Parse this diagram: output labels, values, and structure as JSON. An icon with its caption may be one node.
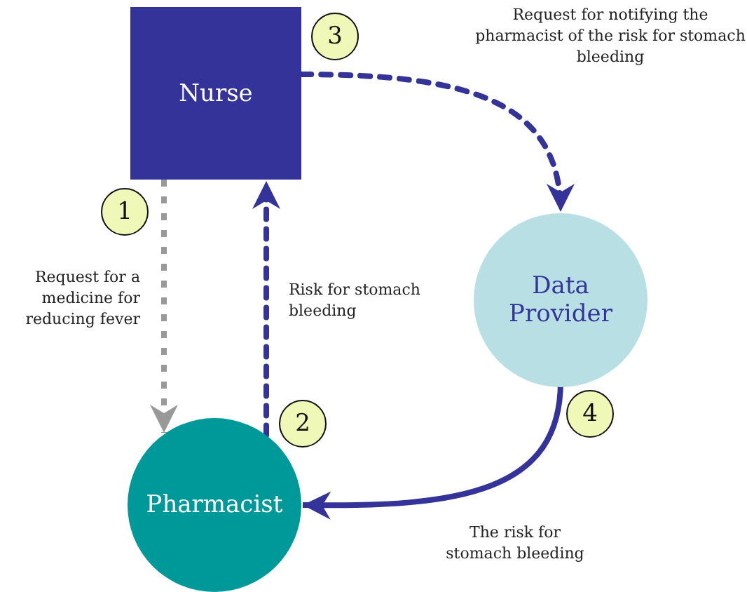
{
  "diagram": {
    "nodes": [
      {
        "text": [
          "Nurse"
        ]
      },
      {
        "text": [
          "Data Provider"
        ]
      },
      {
        "text": [
          "Pharmacist"
        ]
      },
      {
        "text": [
          "1"
        ]
      },
      {
        "text": [
          "2"
        ]
      },
      {
        "text": [
          "3"
        ]
      },
      {
        "text": [
          "4"
        ]
      }
    ],
    "edges": [
      {
        "from": 0,
        "to": 2,
        "arrow": "to",
        "label": "Request for a medicine for reducing fever",
        "style": "dashed",
        "color": "#999999"
      },
      {
        "from": 2,
        "to": 0,
        "arrow": "to",
        "label": "Risk for stomach bleeding",
        "style": "dashed"
      },
      {
        "from": 0,
        "to": 1,
        "arrow": "to",
        "label": "Request for notifying the pharmacist of the risk for stomach bleeding",
        "style": "dashed"
      },
      {
        "from": 1,
        "to": 2,
        "arrow": "to",
        "label": "The risk for stomach bleeding"
      }
    ]
  }
}
